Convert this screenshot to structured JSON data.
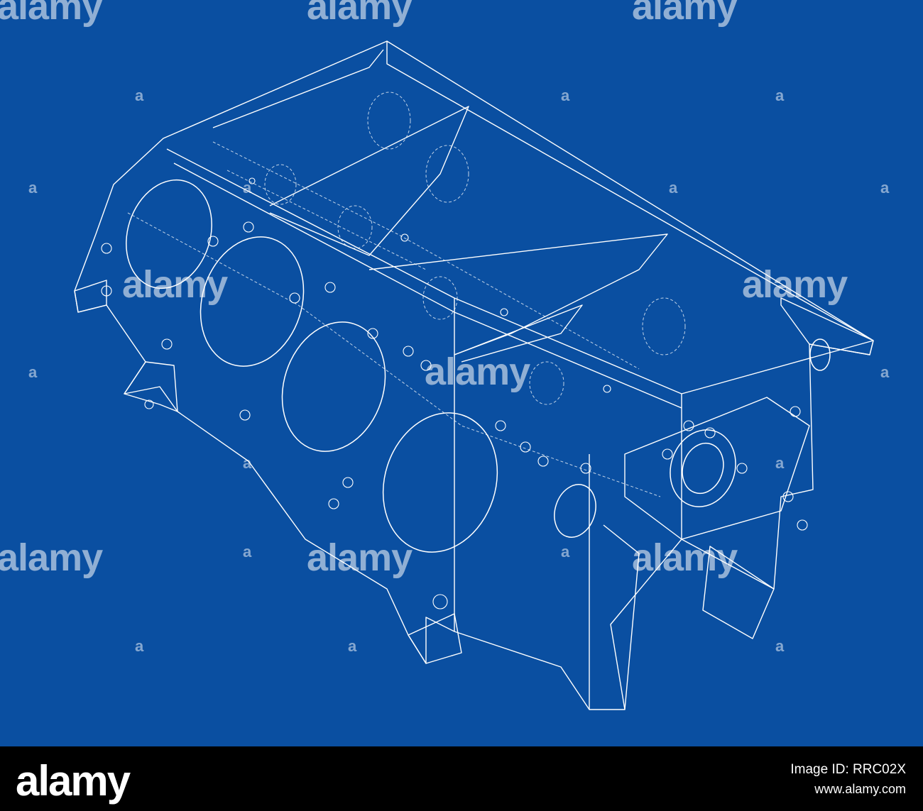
{
  "watermark": {
    "brand": "alamy",
    "small_mark": "a"
  },
  "footer": {
    "logo": "alamy",
    "image_id": "Image ID: RRC02X",
    "url": "www.alamy.com"
  },
  "drawing": {
    "subject": "engine-block-wireframe",
    "background_color": "#0a4fa1",
    "line_color": "#ffffff"
  }
}
